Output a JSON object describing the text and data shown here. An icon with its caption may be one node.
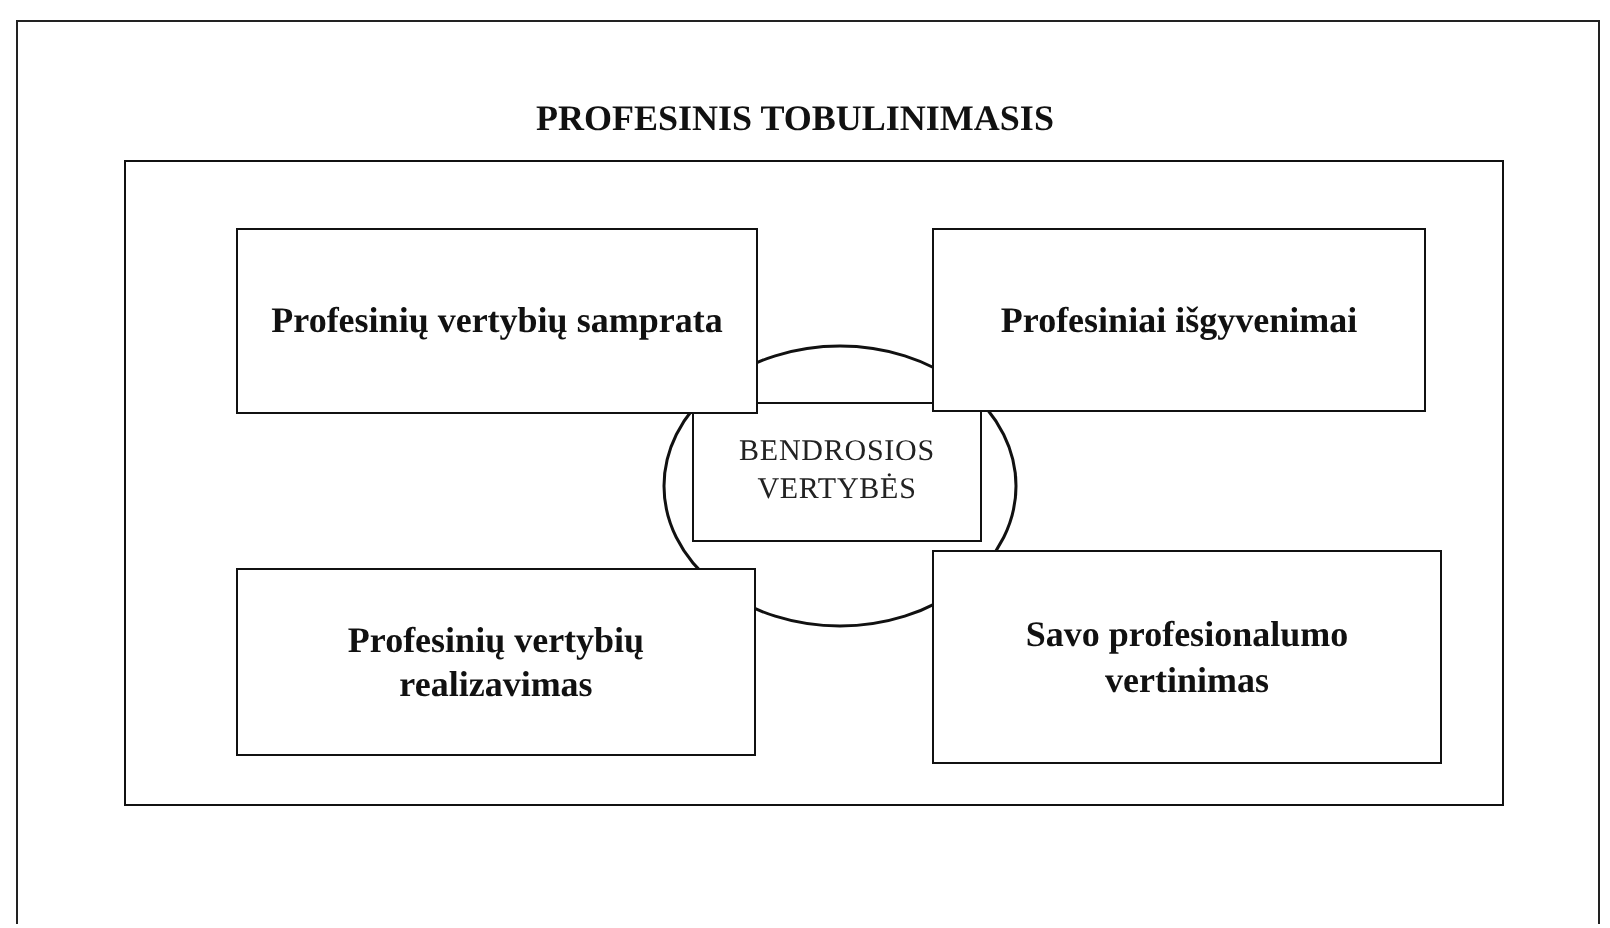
{
  "diagram": {
    "title": "PROFESINIS TOBULINIMASIS",
    "nodes": [
      {
        "text": [],
        "shape": "box"
      },
      {
        "text": [
          "Profesinių vertybių samprata"
        ],
        "in": 0
      },
      {
        "text": [
          "Profesiniai išgyvenimai"
        ],
        "in": 0
      },
      {
        "text": [],
        "shape": "circle",
        "in": 0
      },
      {
        "text": [
          "BENDROSIOS VERTYBĖS"
        ],
        "in": 3
      },
      {
        "text": [
          "Profesinių vertybių realizavimas"
        ],
        "in": 0
      },
      {
        "text": [
          "Savo profesionalumo vertinimas"
        ],
        "in": 0
      }
    ]
  }
}
